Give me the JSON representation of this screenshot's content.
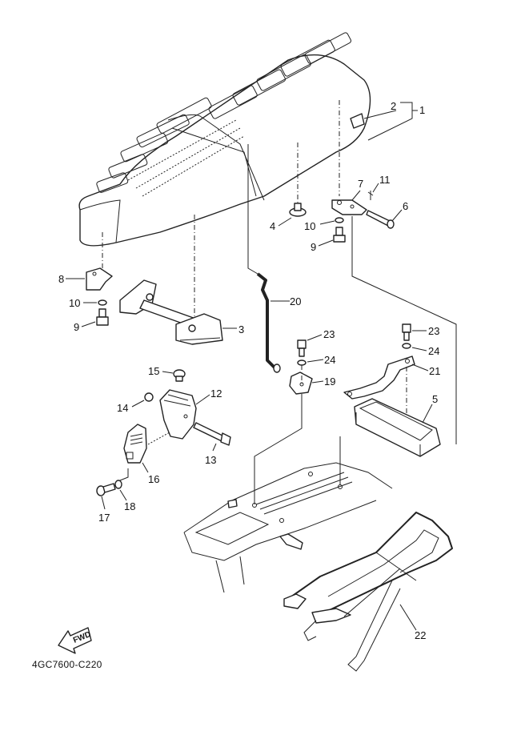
{
  "diagram": {
    "title_code": "4GC7600-C220",
    "direction_label": "FWD",
    "callouts": [
      {
        "id": "1",
        "label": "1",
        "part": "seat-assembly"
      },
      {
        "id": "2",
        "label": "2",
        "part": "seat-emblem"
      },
      {
        "id": "3",
        "label": "3",
        "part": "seat-bracket"
      },
      {
        "id": "4",
        "label": "4",
        "part": "damper"
      },
      {
        "id": "5",
        "label": "5",
        "part": "tool-box"
      },
      {
        "id": "6",
        "label": "6",
        "part": "hinge-pin"
      },
      {
        "id": "7",
        "label": "7",
        "part": "hinge"
      },
      {
        "id": "8",
        "label": "8",
        "part": "seat-bracket-front"
      },
      {
        "id": "9",
        "label": "9",
        "part": "bolt"
      },
      {
        "id": "10",
        "label": "10",
        "part": "washer"
      },
      {
        "id": "11",
        "label": "11",
        "part": "cotter-pin"
      },
      {
        "id": "12",
        "label": "12",
        "part": "seat-lock"
      },
      {
        "id": "13",
        "label": "13",
        "part": "lock-bolt"
      },
      {
        "id": "14",
        "label": "14",
        "part": "nut"
      },
      {
        "id": "15",
        "label": "15",
        "part": "cap"
      },
      {
        "id": "16",
        "label": "16",
        "part": "lock-spring-assembly"
      },
      {
        "id": "17",
        "label": "17",
        "part": "screw"
      },
      {
        "id": "18",
        "label": "18",
        "part": "washer"
      },
      {
        "id": "19",
        "label": "19",
        "part": "rod-bracket"
      },
      {
        "id": "20",
        "label": "20",
        "part": "seat-lock-rod"
      },
      {
        "id": "21",
        "label": "21",
        "part": "stay"
      },
      {
        "id": "22",
        "label": "22",
        "part": "carrier"
      },
      {
        "id": "23",
        "label": "23",
        "part": "bolt"
      },
      {
        "id": "24",
        "label": "24",
        "part": "washer"
      }
    ]
  }
}
